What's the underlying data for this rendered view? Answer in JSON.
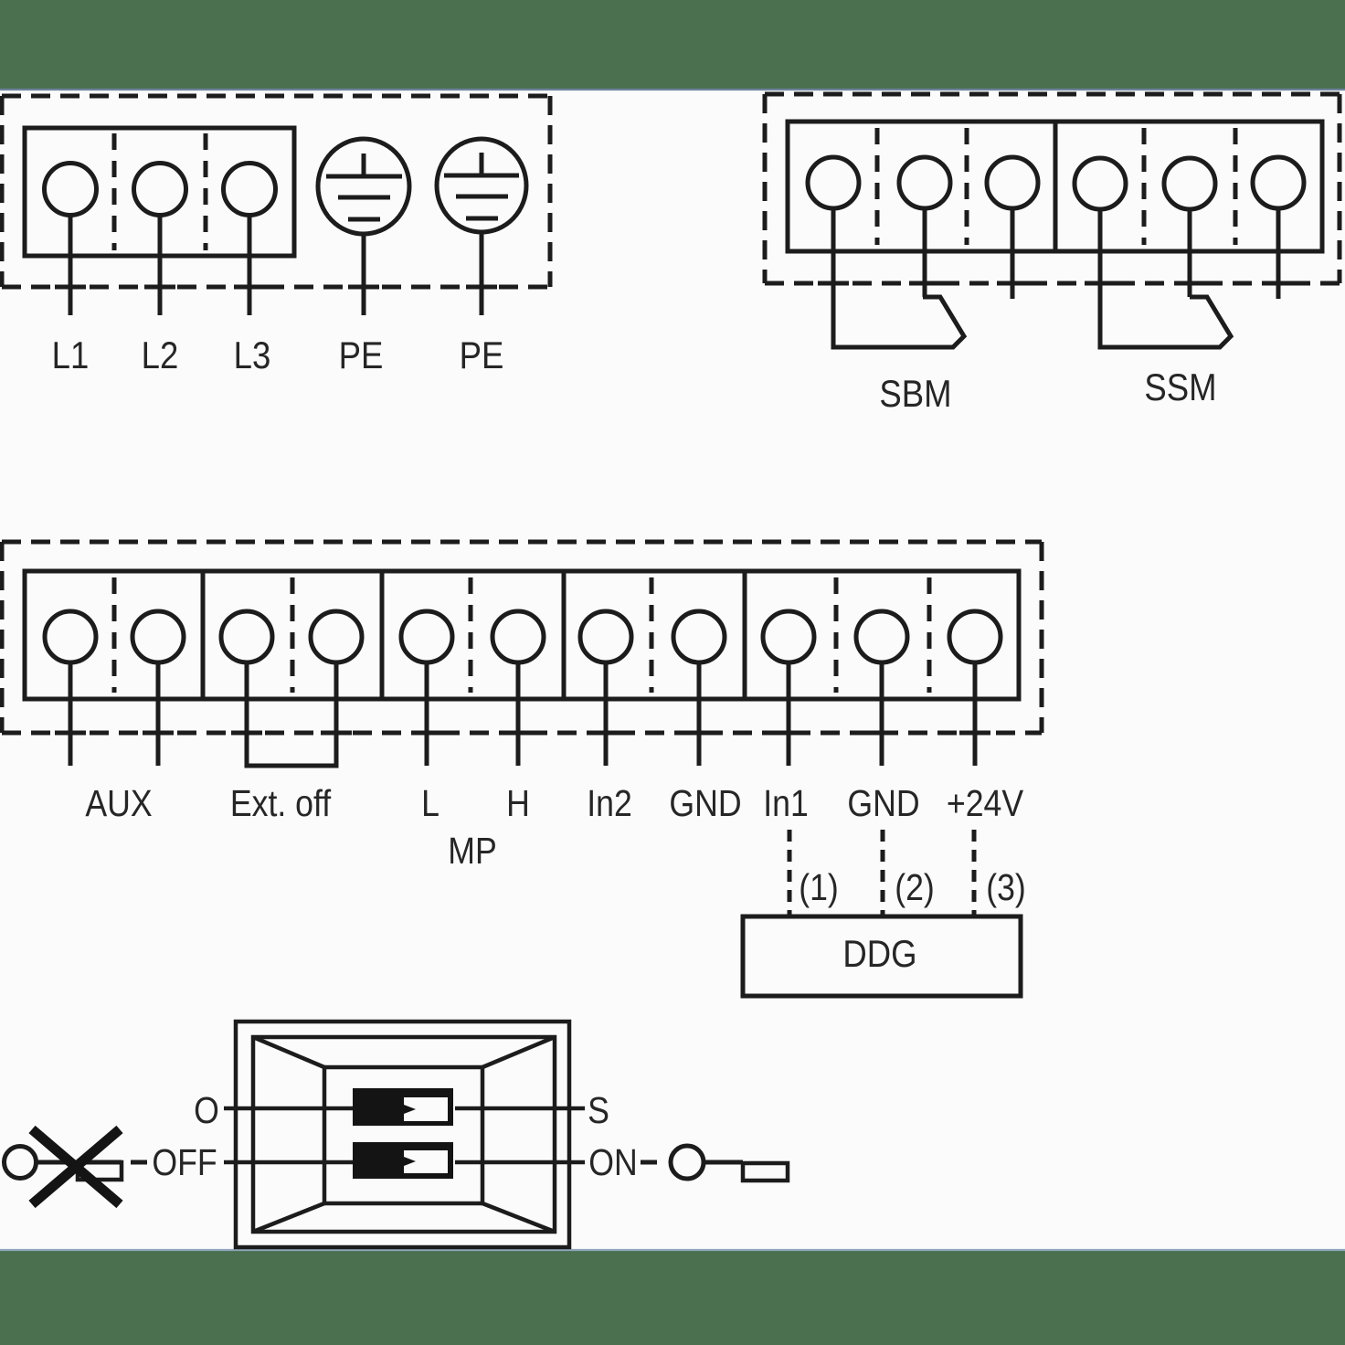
{
  "colors": {
    "surround": "#4a7050",
    "canvas": "#fbfbfc",
    "ink": "#1c1c1c",
    "edge_line": "#6d839a"
  },
  "power": {
    "labels": [
      "L1",
      "L2",
      "L3"
    ],
    "pe": [
      "PE",
      "PE"
    ]
  },
  "relay": {
    "sbm": "SBM",
    "ssm": "SSM"
  },
  "control": {
    "labels": [
      "AUX",
      "Ext. off",
      "L",
      "H",
      "In2",
      "GND",
      "In1",
      "GND",
      "+24V"
    ],
    "mp": "MP"
  },
  "ddg": {
    "wires": [
      "(1)",
      "(2)",
      "(3)"
    ],
    "label": "DDG"
  },
  "dip": {
    "o": "O",
    "off": "OFF",
    "s": "S",
    "on": "ON"
  }
}
